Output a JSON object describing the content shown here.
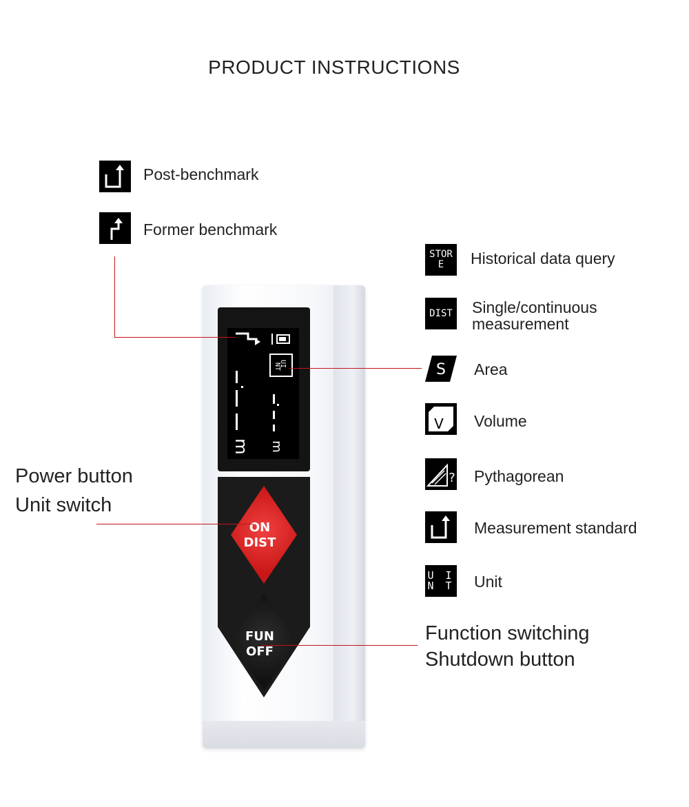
{
  "title": "PRODUCT INSTRUCTIONS",
  "left_legend": [
    {
      "icon": "post-benchmark-icon",
      "label": "Post-benchmark"
    },
    {
      "icon": "former-benchmark-icon",
      "label": "Former benchmark"
    }
  ],
  "right_legend": [
    {
      "icon_text": "STOR E",
      "label": "Historical data query"
    },
    {
      "icon_text": "DIST",
      "label": "Single/continuous measurement"
    },
    {
      "icon": "area-icon",
      "icon_text": "S",
      "label": "Area"
    },
    {
      "icon": "volume-icon",
      "icon_text": "V",
      "label": "Volume"
    },
    {
      "icon": "pythagorean-icon",
      "icon_text": "?",
      "label": "Pythagorean"
    },
    {
      "icon": "measurement-standard-icon",
      "label": "Measurement standard"
    },
    {
      "icon_text": "U I N T",
      "label": "Unit"
    }
  ],
  "callouts": {
    "power": [
      "Power button",
      "Unit switch"
    ],
    "function": [
      "Function switching",
      "Shutdown button"
    ]
  },
  "device": {
    "on_button": [
      "ON",
      "DIST"
    ],
    "fun_button": [
      "FUN",
      "OFF"
    ],
    "screen_unit_icon": "UI NT",
    "screen_unit": "m"
  },
  "colors": {
    "accent_line": "#c0141a",
    "on_button": "#d81e1e",
    "icon_bg": "#000000"
  }
}
